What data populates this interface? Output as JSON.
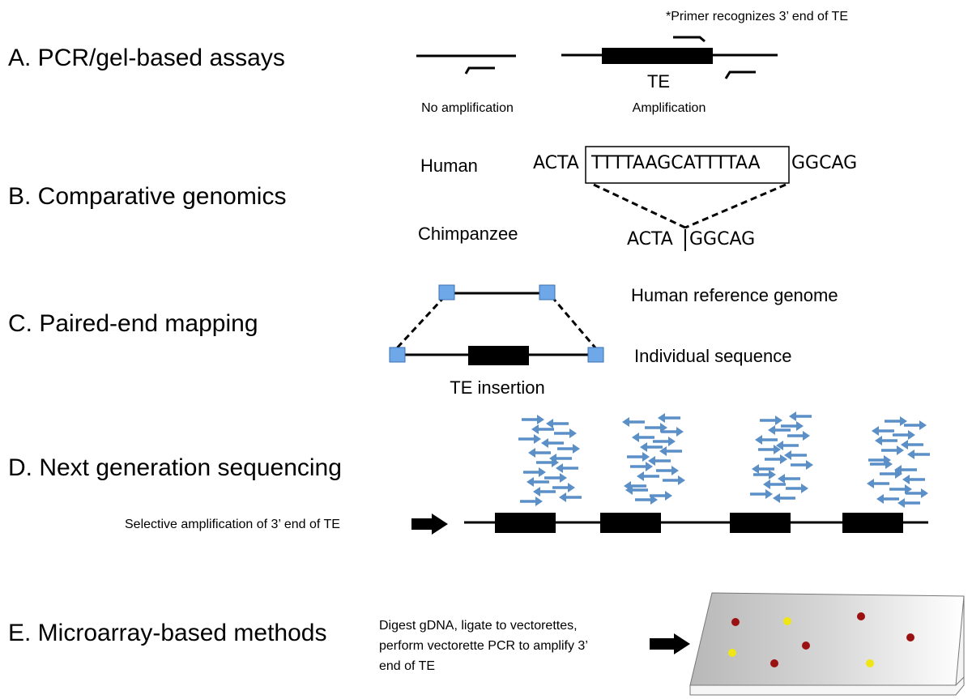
{
  "sections": {
    "a": {
      "label": "A. PCR/gel-based assays",
      "primer_note": "*Primer recognizes 3’ end of TE",
      "te_label": "TE",
      "no_amp": "No amplification",
      "amp": "Amplification"
    },
    "b": {
      "label": "B. Comparative genomics",
      "human": "Human",
      "chimp": "Chimpanzee",
      "human_left": "ACTA",
      "human_insert": "TTTTAAGCATTTTAA",
      "human_right": "GGCAG",
      "chimp_left": "ACTA",
      "chimp_right": "GGCAG"
    },
    "c": {
      "label": "C. Paired-end mapping",
      "ref": "Human reference genome",
      "indiv": "Individual sequence",
      "te_insertion": "TE insertion"
    },
    "d": {
      "label": "D. Next generation sequencing",
      "selective": "Selective amplification of 3’ end of TE"
    },
    "e": {
      "label": "E. Microarray-based methods",
      "line1": "Digest gDNA, ligate to vectorettes,",
      "line2": "perform vectorette PCR to amplify 3’",
      "line3": "end of TE"
    }
  },
  "colors": {
    "read_arrow": "#5b8fc7",
    "end_square": "#6fa8e8",
    "dot_red": "#9b1111",
    "dot_yellow": "#f0e614"
  },
  "icons": [
    "read-arrow-icon",
    "right-arrow-icon",
    "half-arrow-primer-icon"
  ]
}
